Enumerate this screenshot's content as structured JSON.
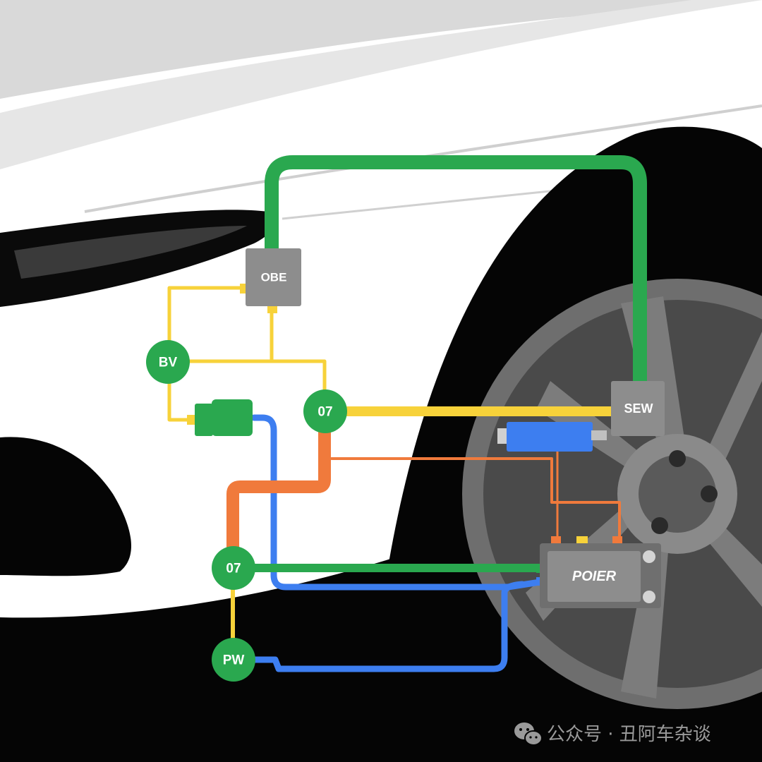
{
  "nodes": {
    "obe": "OBE",
    "bv": "BV",
    "junction_upper": "07",
    "sew": "SEW",
    "junction_lower": "07",
    "pw": "PW",
    "poier": "POIER"
  },
  "watermark": {
    "icon": "wechat-icon",
    "text": "公众号 · 丑阿车杂谈"
  },
  "colors": {
    "green": "#2aa84f",
    "yellow": "#f7d23a",
    "blue": "#3d7ef0",
    "orange": "#f07a3c",
    "box_gray": "#8d8d8d"
  }
}
